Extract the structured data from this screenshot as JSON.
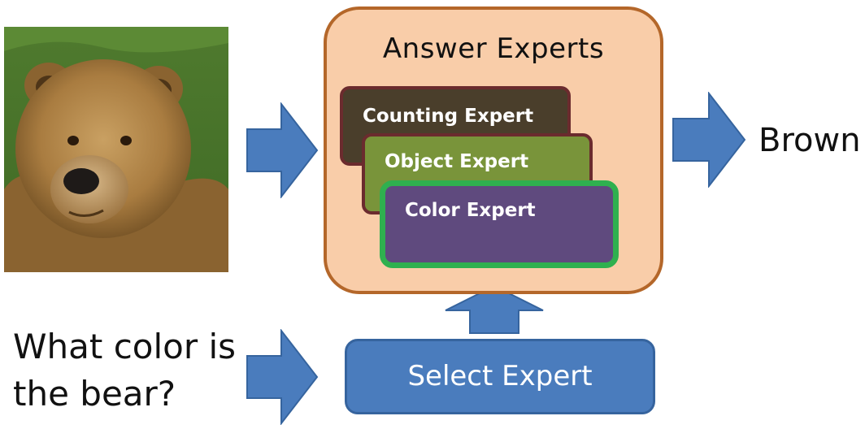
{
  "input_image": {
    "subject": "bear-photo"
  },
  "panel": {
    "title": "Answer Experts"
  },
  "experts": [
    {
      "label": "Counting Expert"
    },
    {
      "label": "Object Expert"
    },
    {
      "label": "Color Expert"
    }
  ],
  "selector": {
    "label": "Select Expert"
  },
  "question": {
    "line1": "What color is",
    "line2": "the bear?"
  },
  "answer": {
    "label": "Brown"
  },
  "colors": {
    "arrow": "#4a7cbd",
    "panel_fill": "#f9cda9",
    "panel_border": "#b4672a",
    "counting_card": "#4a3e2b",
    "object_card": "#79943a",
    "color_card": "#5f4a7e",
    "selected_border": "#2fb04f"
  }
}
